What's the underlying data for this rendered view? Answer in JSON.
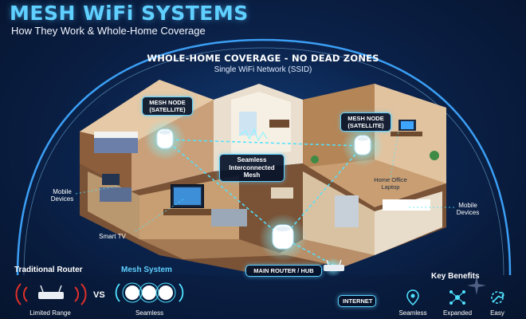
{
  "header": {
    "title": "MESH WiFi SYSTEMS",
    "subtitle": "How They Work & Whole-Home Coverage"
  },
  "dome": {
    "heading": "WHOLE-HOME COVERAGE - NO DEAD ZONES",
    "subheading": "Single WiFi Network (SSID)"
  },
  "nodes": {
    "satellite_left": "MESH NODE (SATELLITE)",
    "satellite_right": "MESH NODE (SATELLITE)",
    "main": "MAIN ROUTER / HUB",
    "internet": "INTERNET"
  },
  "labels": {
    "seamless": "Seamless Interconnected Mesh",
    "mobile_left": "Mobile Devices",
    "mobile_right": "Mobile Devices",
    "smart_tv": "Smart TV",
    "office": "Home Office Laptop"
  },
  "comparison": {
    "traditional_title": "Traditional Router",
    "traditional_caption": "Limited Range",
    "vs": "VS",
    "mesh_title": "Mesh System",
    "mesh_caption": "Seamless"
  },
  "benefits": {
    "title": "Key Benefits",
    "items": [
      {
        "label": "Seamless",
        "icon": "location-pin-icon"
      },
      {
        "label": "Expanded",
        "icon": "network-nodes-icon"
      },
      {
        "label": "Easy",
        "icon": "wrench-gear-icon"
      }
    ]
  },
  "colors": {
    "accent": "#5fd0ff",
    "background": "#0b2148",
    "signal": "#4fe3ff",
    "dead_zone": "#e0302a"
  }
}
